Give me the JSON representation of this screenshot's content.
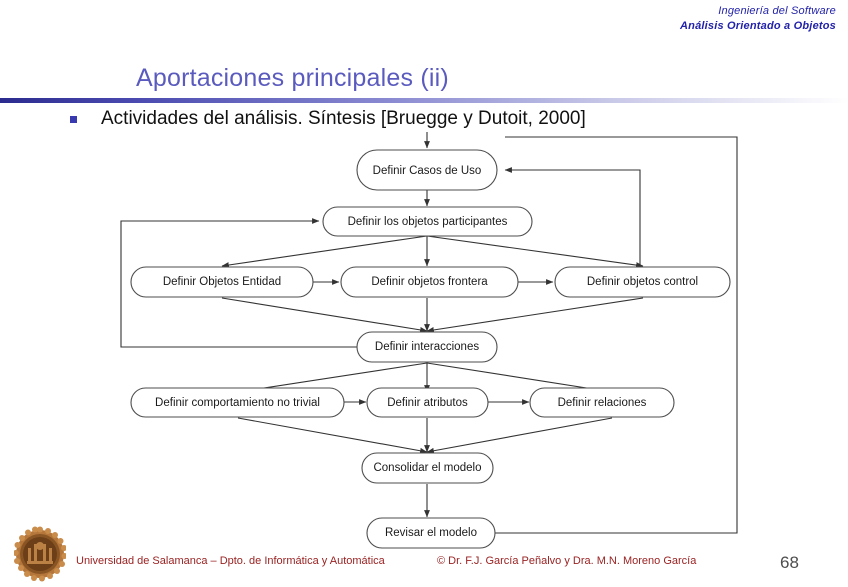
{
  "header": {
    "line1": "Ingeniería del Software",
    "line2": "Análisis Orientado a Objetos"
  },
  "title": "Aportaciones principales (ii)",
  "bullet": {
    "text": "Actividades del análisis. Síntesis [Bruegge y Dutoit, 2000]"
  },
  "diagram": {
    "nodes": [
      {
        "id": "casos_uso",
        "label": "Definir Casos de Uso"
      },
      {
        "id": "participantes",
        "label": "Definir los objetos participantes"
      },
      {
        "id": "obj_entidad",
        "label": "Definir Objetos Entidad"
      },
      {
        "id": "obj_frontera",
        "label": "Definir objetos frontera"
      },
      {
        "id": "obj_control",
        "label": "Definir objetos control"
      },
      {
        "id": "interacciones",
        "label": "Definir interacciones"
      },
      {
        "id": "comportamiento",
        "label": "Definir comportamiento no trivial"
      },
      {
        "id": "atributos",
        "label": "Definir atributos"
      },
      {
        "id": "relaciones",
        "label": "Definir relaciones"
      },
      {
        "id": "consolidar",
        "label": "Consolidar el modelo"
      },
      {
        "id": "revisar",
        "label": "Revisar el modelo"
      }
    ]
  },
  "footer": {
    "institution": "Universidad de Salamanca – Dpto. de Informática y Automática",
    "copyright": "© Dr. F.J. García Peñalvo y Dra. M.N. Moreno García",
    "page": "68"
  },
  "colors": {
    "title": "#5B5BBF",
    "header": "#2222AA",
    "footer": "#9a2222",
    "bullet": "#3a3ab0",
    "node_stroke": "#4d4d4d",
    "edge": "#333333"
  }
}
